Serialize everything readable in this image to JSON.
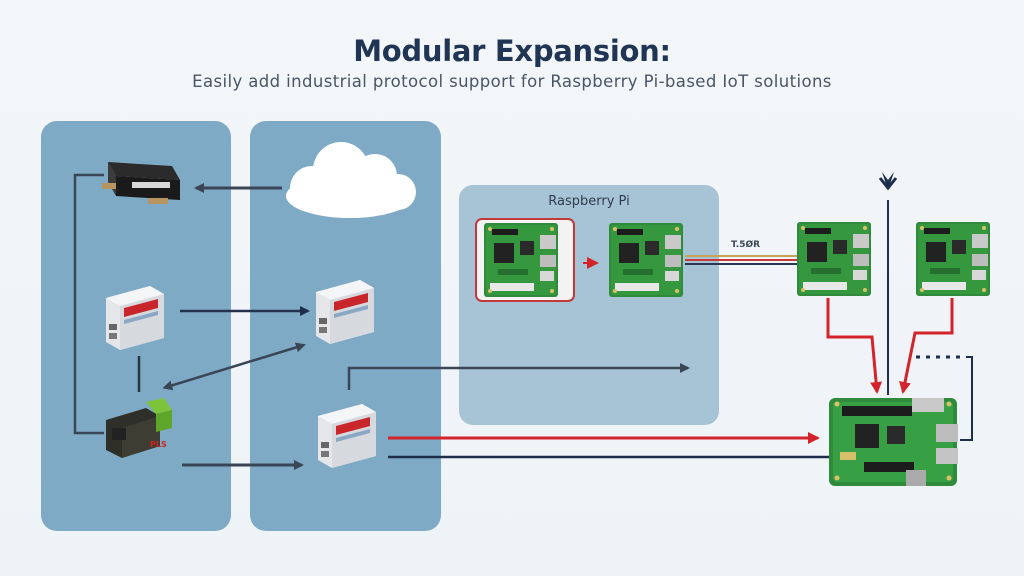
{
  "header": {
    "title": "Modular Expansion:",
    "subtitle": "Easily add industrial protocol support for Raspberry Pi-based IoT solutions"
  },
  "raspberry_pi_group": {
    "label": "Raspberry Pi"
  },
  "wire": {
    "label": "T.5ØR"
  },
  "module_label": {
    "label": "PLS"
  },
  "colors": {
    "panel_blue": "#7eaac6",
    "rpi_panel": "#a7c3d6",
    "arrow_dark": "#3a4656",
    "arrow_red": "#d3242c",
    "arrow_navy": "#1e2e4a",
    "board_green": "#2f8a3c"
  },
  "icons": [
    "cloud-icon",
    "gateway-device-icon",
    "protocol-module-icon",
    "raspberry-pi-board-icon"
  ]
}
